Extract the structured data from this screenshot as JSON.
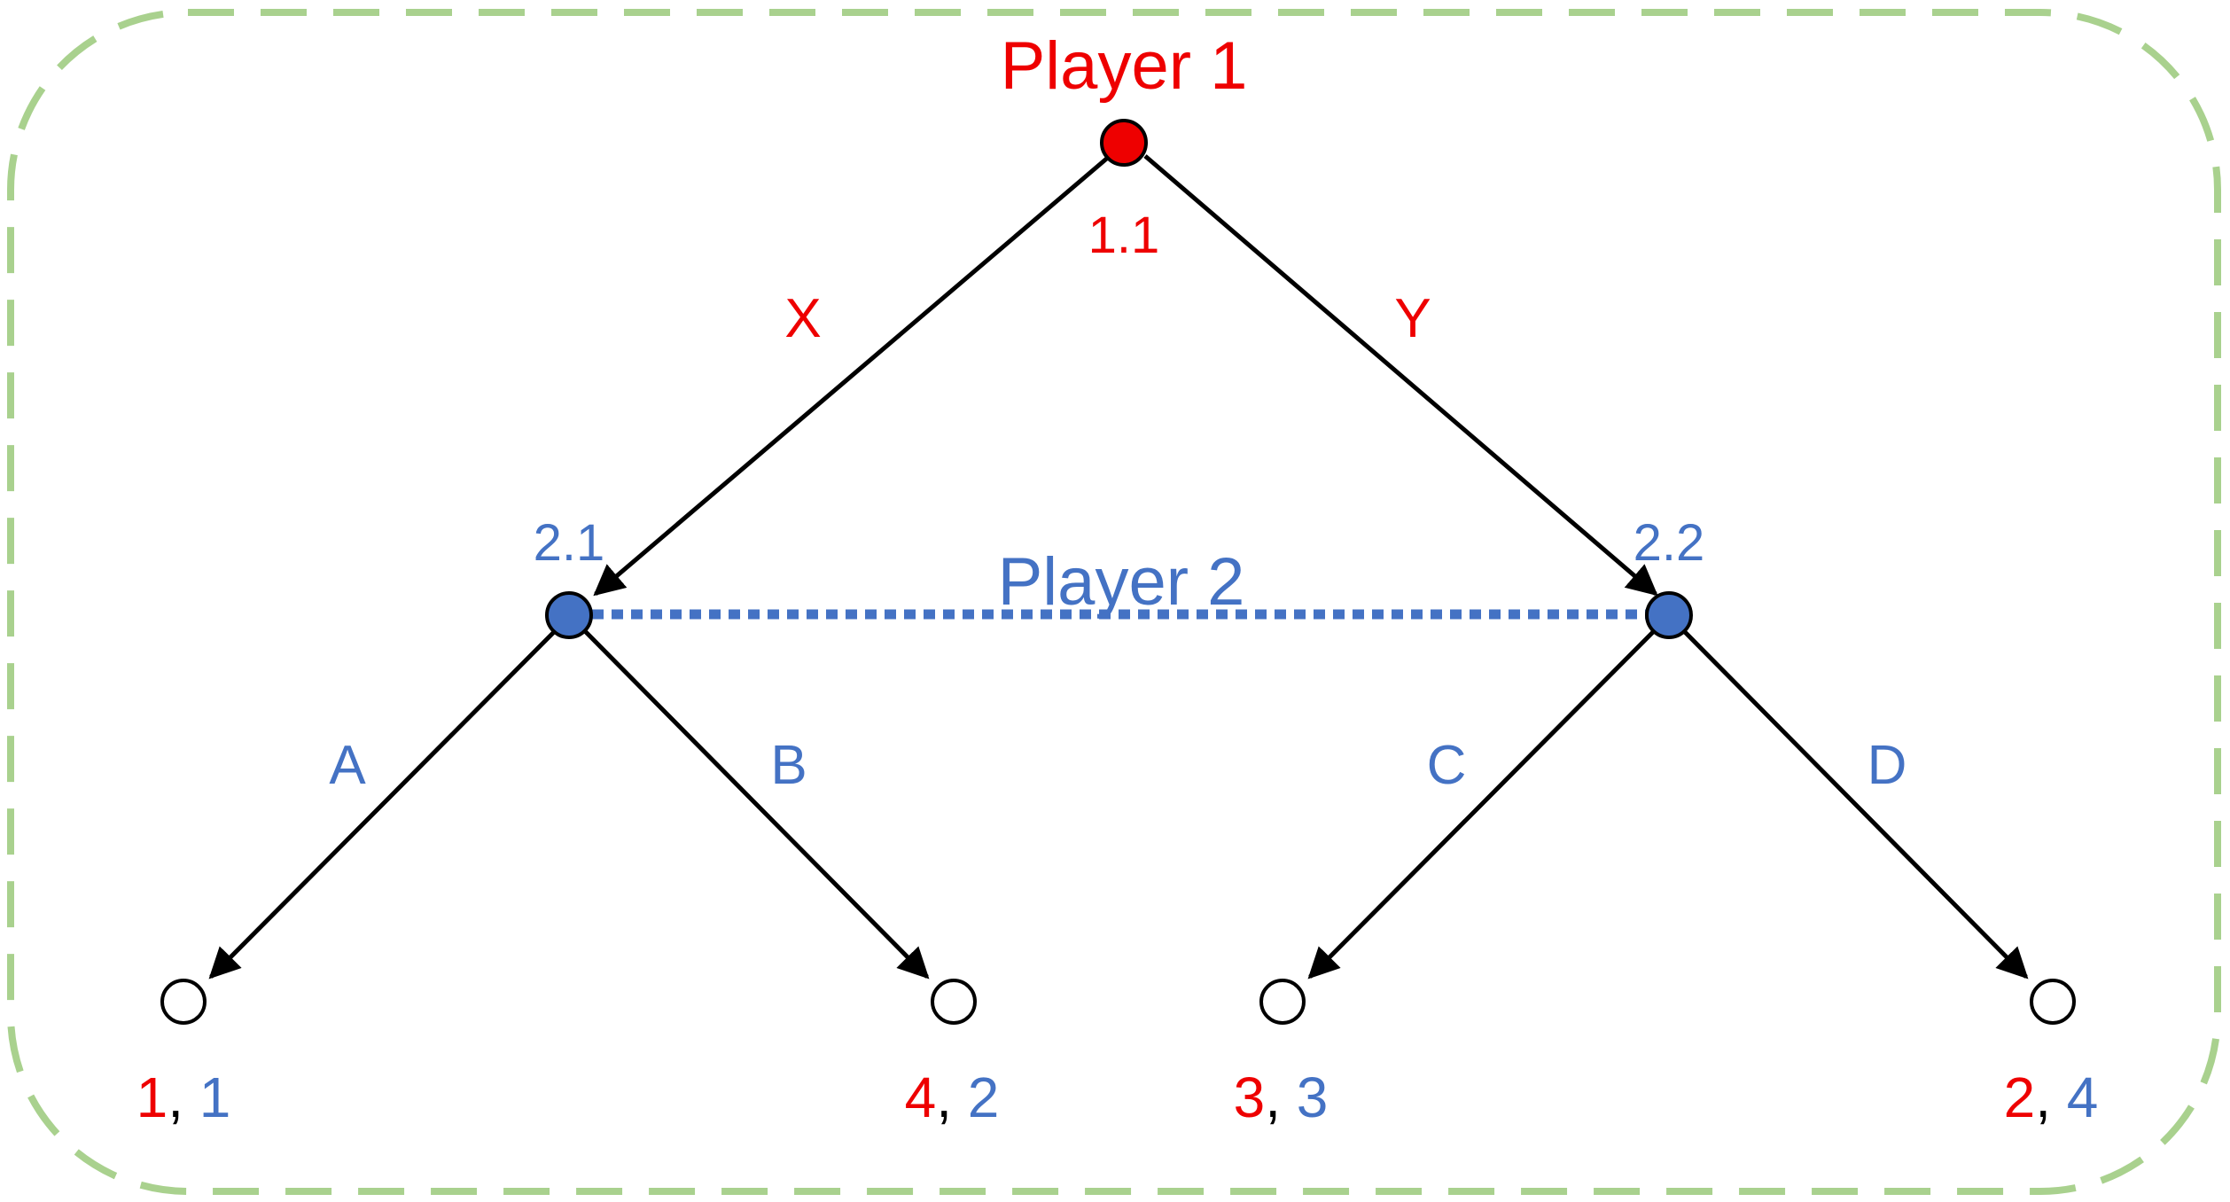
{
  "colors": {
    "player1": "#ee0000",
    "player2": "#4472c4",
    "edge": "#000000",
    "frame": "#a9d18e",
    "terminal_fill": "#ffffff"
  },
  "player1": {
    "label": "Player 1",
    "node_id": "1.1"
  },
  "player2": {
    "label": "Player 2",
    "node_ids": [
      "2.1",
      "2.2"
    ]
  },
  "actions": {
    "player1": [
      "X",
      "Y"
    ],
    "player2": [
      "A",
      "B",
      "C",
      "D"
    ]
  },
  "payoffs": [
    {
      "action": "A",
      "p1": "1",
      "p2": "1"
    },
    {
      "action": "B",
      "p1": "4",
      "p2": "2"
    },
    {
      "action": "C",
      "p1": "3",
      "p2": "3"
    },
    {
      "action": "D",
      "p1": "2",
      "p2": "4"
    }
  ],
  "separator": ","
}
